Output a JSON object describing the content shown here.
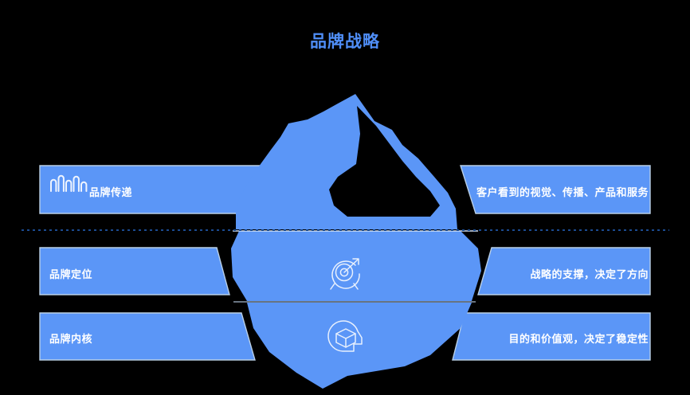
{
  "page": {
    "title": "品牌战略",
    "background_color": "#000000",
    "accent_color": "#4f8ef7",
    "panel_color": "#5b96f7",
    "panel_border_color": "#b9cfe6",
    "iceberg_color": "#5b96f7",
    "waterline_color": "#1b3f7a",
    "text_color": "#ffffff"
  },
  "waterline": {
    "name": "water-line",
    "style": "dotted"
  },
  "rows": [
    {
      "id": "row-delivery",
      "left_label": "品牌传递",
      "right_label": "客户看到的视觉、传播、产品和服务",
      "left_icon": "sound-wave-icon",
      "center_icon": null,
      "zone": "above-water"
    },
    {
      "id": "row-positioning",
      "left_label": "品牌定位",
      "right_label": "战略的支撑，决定了方向",
      "left_icon": null,
      "center_icon": "target-arrow-icon",
      "zone": "below-water"
    },
    {
      "id": "row-core",
      "left_label": "品牌内核",
      "right_label": "目的和价值观，决定了稳定性",
      "left_icon": null,
      "center_icon": "head-cube-icon",
      "zone": "below-water"
    }
  ]
}
